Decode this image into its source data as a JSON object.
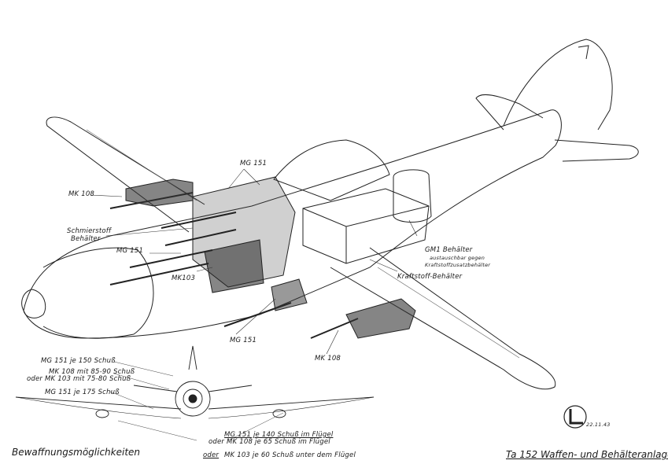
{
  "labels": {
    "mk108_left": "MK 108",
    "mg151_top": "MG 151",
    "schmierstoff_1": "Schmierstoff",
    "schmierstoff_2": "Behälter",
    "mg151_left": "MG 151",
    "mk103": "MK103",
    "gm1_1": "GM1 Behälter",
    "gm1_2": "austauschbar gegen",
    "gm1_3": "Kraftstoffzusatzbehälter",
    "kraftstoff": "Kraftstoff-Behälter",
    "mg151_bottom": "MG 151",
    "mk108_bottom": "MK 108"
  },
  "front_view": {
    "line1": "MG 151  je 150 Schuß",
    "line2": "MK 108  mit 85-90 Schuß",
    "line3": "oder  MK 103  mit 75-80 Schuß",
    "line4": "MG 151  je 175 Schuß",
    "line5": "MG 151  je 140 Schuß  im Flügel",
    "line6": "oder   MK 108  je 65 Schuß  im Flügel",
    "line7_or": "oder",
    "line7": "MK 103  je 60 Schuß  unter dem Flügel"
  },
  "captions": {
    "left": "Bewaffnungsmöglichkeiten",
    "right": "Ta 152  Waffen- und Behälteranlage"
  },
  "stamp": {
    "date": "22.11.43"
  }
}
